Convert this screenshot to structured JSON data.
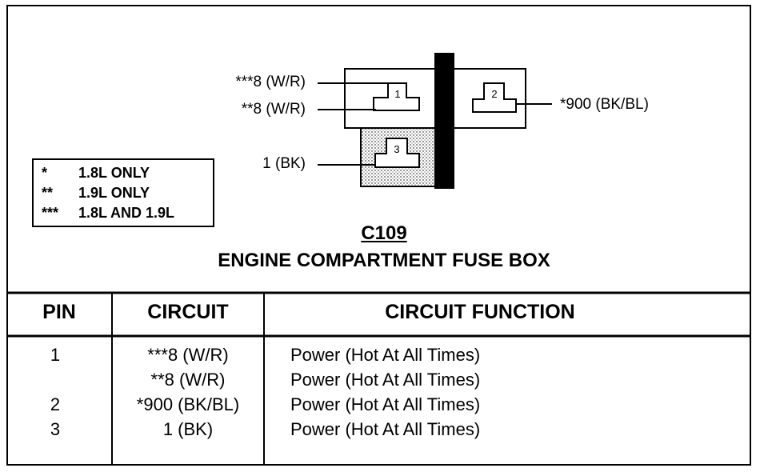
{
  "diagram": {
    "connector_code": "C109",
    "connector_name": "ENGINE COMPARTMENT FUSE BOX",
    "wires": {
      "w1": "***8  (W/R)",
      "w2": "**8 (W/R)",
      "w3": "1  (BK)",
      "w4": "*900 (BK/BL)"
    },
    "pins": {
      "p1": "1",
      "p2": "2",
      "p3": "3"
    }
  },
  "legend": [
    {
      "symbol": "*",
      "text": "1.8L ONLY"
    },
    {
      "symbol": "**",
      "text": "1.9L ONLY"
    },
    {
      "symbol": "***",
      "text": "1.8L AND 1.9L"
    }
  ],
  "table": {
    "headers": {
      "pin": "PIN",
      "circuit": "CIRCUIT",
      "function": "CIRCUIT FUNCTION"
    },
    "rows": [
      {
        "pin": "1",
        "circuit": "***8 (W/R)",
        "function": "Power (Hot At All Times)"
      },
      {
        "pin": "",
        "circuit": "**8 (W/R)",
        "function": "Power (Hot At All Times)"
      },
      {
        "pin": "2",
        "circuit": "*900 (BK/BL)",
        "function": "Power (Hot At All Times)"
      },
      {
        "pin": "3",
        "circuit": "1 (BK)",
        "function": "Power (Hot At All Times)"
      }
    ]
  }
}
